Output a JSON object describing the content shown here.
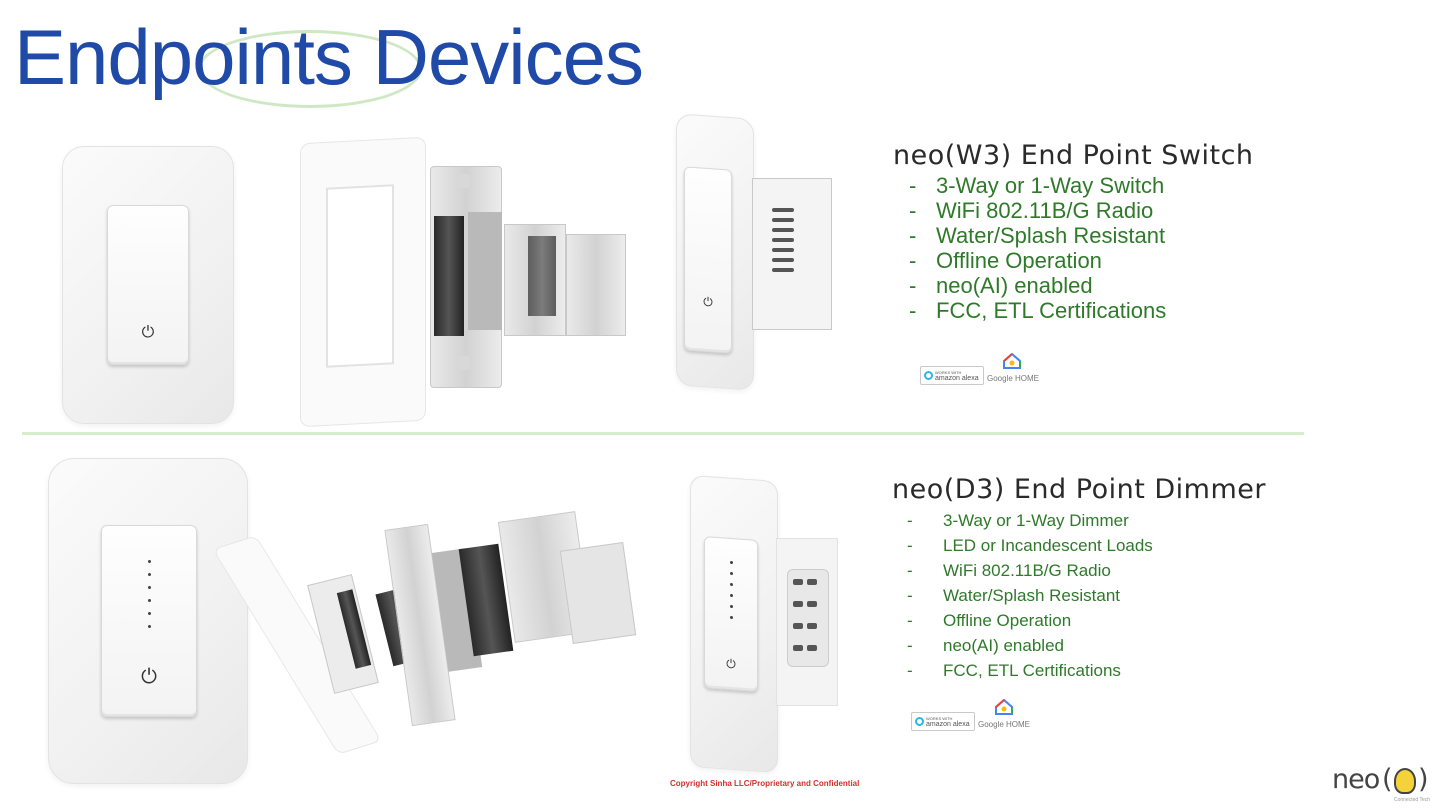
{
  "slide": {
    "title": "Endpoints Devices",
    "copyright": "Copyright Sinha LLC/Proprietary and Confidential"
  },
  "products": [
    {
      "name": "neo(W3) End Point Switch",
      "features": [
        "3-Way or 1-Way Switch",
        "WiFi 802.11B/G Radio",
        "Water/Splash Resistant",
        "Offline Operation",
        "neo(AI) enabled",
        "FCC, ETL Certifications"
      ],
      "badges": {
        "alexa_top": "WORKS WITH",
        "alexa": "amazon alexa",
        "google": "Google HOME"
      }
    },
    {
      "name": "neo(D3) End Point Dimmer",
      "features": [
        "3-Way or 1-Way Dimmer",
        "LED or Incandescent Loads",
        "WiFi 802.11B/G Radio",
        "Water/Splash Resistant",
        "Offline Operation",
        "neo(AI) enabled",
        "FCC, ETL Certifications"
      ],
      "badges": {
        "alexa_top": "WORKS WITH",
        "alexa": "amazon alexa",
        "google": "Google HOME"
      }
    }
  ],
  "icons": {
    "power": "⏻",
    "bullet": "-"
  },
  "logo": {
    "text": "neo",
    "subtitle": "Connected Tech"
  },
  "colors": {
    "title": "#1f4aa8",
    "features": "#2f7a2a",
    "copyright": "#d0312d",
    "divider": "#d5edcd"
  }
}
